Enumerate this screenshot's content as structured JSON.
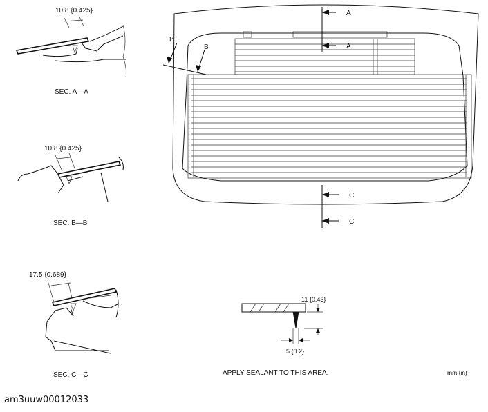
{
  "sections": {
    "a": {
      "dimension": "10.8 {0.425}",
      "title": "SEC. A—A"
    },
    "b": {
      "dimension": "10.8 {0.425}",
      "title": "SEC. B—B"
    },
    "c": {
      "dimension": "17.5 {0.689}",
      "title": "SEC. C—C"
    }
  },
  "window_callouts": {
    "a_top": "A",
    "a_inner": "A",
    "b_left": "B",
    "b_inner": "B",
    "c_inner": "C",
    "c_bottom": "C"
  },
  "sealant": {
    "height_dimension": "11 {0.43}",
    "width_dimension": "5 {0.2}",
    "caption": "APPLY SEALANT TO THIS AREA."
  },
  "units": "mm {in}",
  "image_id": "am3uuw00012033"
}
